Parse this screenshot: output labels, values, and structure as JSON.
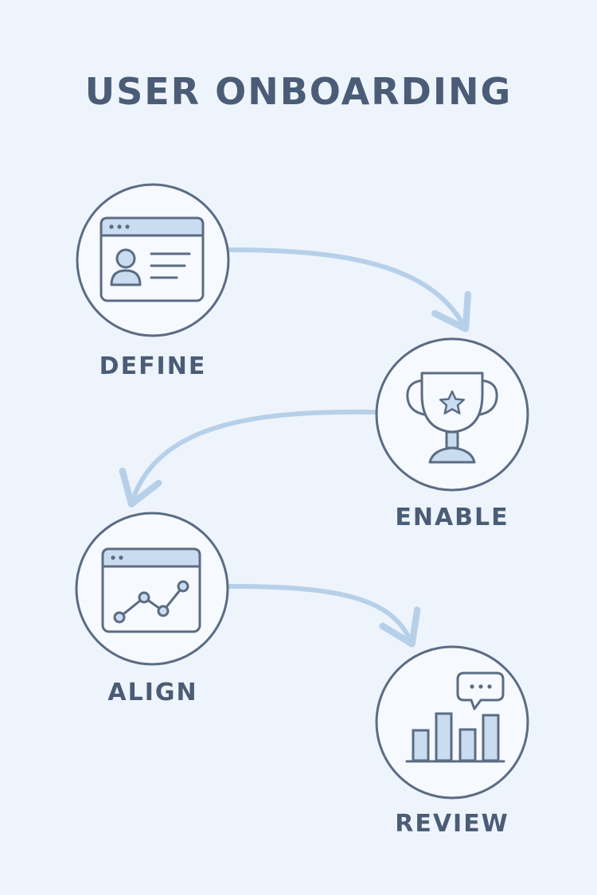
{
  "title": "USER ONBOARDING",
  "colors": {
    "background": "#eef4fb",
    "stroke": "#5b6c84",
    "accent_fill": "#c9dcf0",
    "arrow": "#b7d0ea",
    "text": "#4a5c76"
  },
  "steps": [
    {
      "label": "DEFINE",
      "icon": "profile-window-icon"
    },
    {
      "label": "ENABLE",
      "icon": "trophy-star-icon"
    },
    {
      "label": "ALIGN",
      "icon": "line-chart-window-icon"
    },
    {
      "label": "REVIEW",
      "icon": "bar-chart-comment-icon"
    }
  ]
}
